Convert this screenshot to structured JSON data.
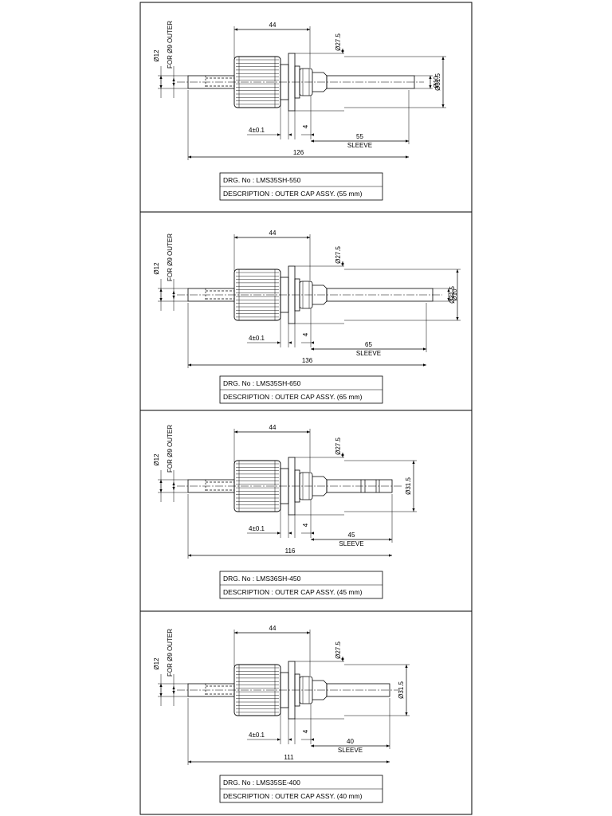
{
  "sheet": {
    "drawings": [
      {
        "drg_no": "DRG. No : LMS35SH-550",
        "description": "DESCRIPTION : OUTER CAP ASSY. (55 mm)",
        "dims": {
          "body": "44",
          "cap_dia": "Ø27.5",
          "sleeve_len": "55",
          "sleeve": "SLEEVE",
          "total": "126",
          "tol": "4±0.1",
          "gap": "4",
          "shaft": "Ø12",
          "outer": "FOR Ø9 OUTER",
          "bore": "Ø10",
          "outer_dia": "Ø31.5"
        }
      },
      {
        "drg_no": "DRG. No : LMS35SH-650",
        "description": "DESCRIPTION : OUTER CAP ASSY. (65 mm)",
        "dims": {
          "body": "44",
          "cap_dia": "Ø27.5",
          "sleeve_len": "65",
          "sleeve": "SLEEVE",
          "total": "136",
          "tol": "4±0.1",
          "gap": "4",
          "shaft": "Ø12",
          "outer": "FOR Ø9 OUTER",
          "bore": "Ø10",
          "outer_dia": "Ø31.5"
        }
      },
      {
        "drg_no": "DRG. No : LMS36SH-450",
        "description": "DESCRIPTION : OUTER CAP ASSY. (45 mm)",
        "dims": {
          "body": "44",
          "cap_dia": "Ø27.5",
          "sleeve_len": "45",
          "sleeve": "SLEEVE",
          "total": "116",
          "tol": "4±0.1",
          "gap": "4",
          "shaft": "Ø12",
          "outer": "FOR Ø9 OUTER",
          "outer_dia": "Ø31.5"
        }
      },
      {
        "drg_no": "DRG. No : LMS35SE-400",
        "description": "DESCRIPTION : OUTER CAP ASSY. (40 mm)",
        "dims": {
          "body": "44",
          "cap_dia": "Ø27.5",
          "sleeve_len": "40",
          "sleeve": "SLEEVE",
          "total": "111",
          "tol": "4±0.1",
          "gap": "4",
          "shaft": "Ø12",
          "outer": "FOR Ø9 OUTER",
          "outer_dia": "Ø31.5"
        }
      }
    ]
  }
}
